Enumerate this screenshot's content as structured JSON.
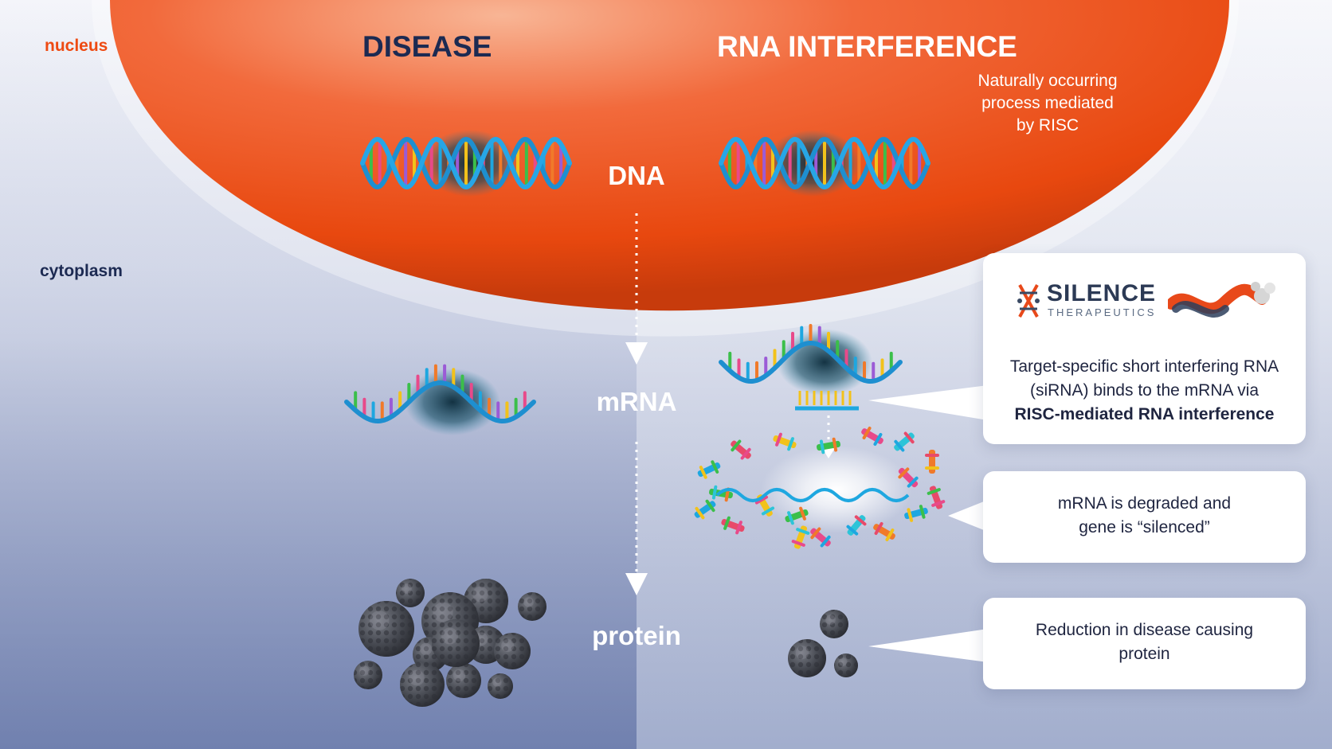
{
  "regions": {
    "nucleus_label": "nucleus",
    "cytoplasm_label": "cytoplasm"
  },
  "headings": {
    "disease": "DISEASE",
    "rnai": "RNA INTERFERENCE"
  },
  "rnai_note": {
    "line1": "Naturally occurring",
    "line2": "process mediated",
    "line3": "by RISC"
  },
  "stages": {
    "dna": "DNA",
    "mrna": "mRNA",
    "protein": "protein"
  },
  "logo": {
    "name": "SILENCE",
    "subtitle": "THERAPEUTICS"
  },
  "callouts": {
    "sirna_line1": "Target-specific short interfering RNA",
    "sirna_line2": "(siRNA) binds to the mRNA via",
    "sirna_line3": "RISC-mediated RNA interference",
    "degraded_line1": "mRNA is degraded and",
    "degraded_line2": "gene is “silenced”",
    "reduction_line1": "Reduction in disease causing",
    "reduction_line2": "protein"
  },
  "colors": {
    "nucleus": "#ec4a1c",
    "nucleus_light": "#f7a07a",
    "heading_dark": "#1c2a52",
    "nucleus_label": "#ee4a12",
    "cytoplasm_label": "#1c2a52",
    "helix_blue": "#1e8fd0",
    "protein": "#4a4d55"
  }
}
